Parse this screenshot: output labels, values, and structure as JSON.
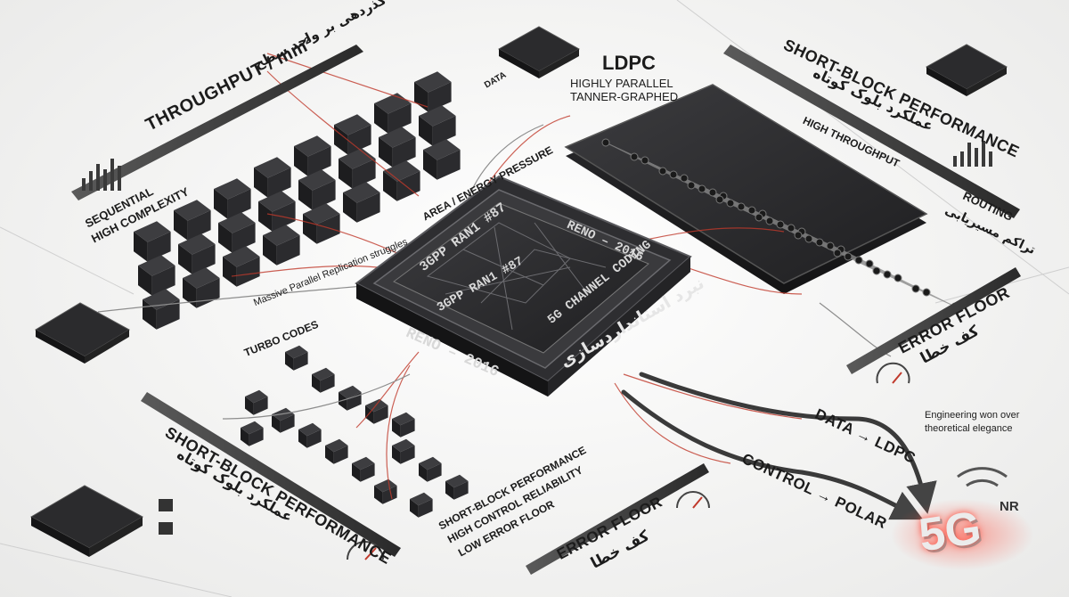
{
  "center_chip": {
    "label_top_left": "3GPP RAN1 #87",
    "label_top_right": "RENO – 2016",
    "label_mid_left": "3GPP RAN1 #87",
    "label_mid_right": "5G CHANNEL CODING",
    "side_label": "RENO – 2016",
    "persian_label": "نبرد استانداردسازی"
  },
  "left_array": {
    "throughput_label": "THROUGHPUT / mm²",
    "throughput_persian": "گذردهی بر واحد سطح",
    "sequential": "SEQUENTIAL",
    "high_complexity": "HIGH COMPLEXITY",
    "replication": "Massive Parallel Replication struggles",
    "area_energy": "AREA / ENERGY PRESSURE",
    "data_tag": "DATA"
  },
  "ldpc": {
    "title": "LDPC",
    "sub1": "HIGHLY PARALLEL",
    "sub2": "TANNER-GRAPHED",
    "short_block": "SHORT-BLOCK PERFORMANCE",
    "short_block_persian": "عملکرد بلوک کوتاه",
    "high_throughput": "HIGH THROUGHPUT",
    "routing": "ROUTING",
    "routing_persian": "تراکم مسیریابی",
    "error_floor": "ERROR FLOOR",
    "error_floor_persian": "کف خطا"
  },
  "turbo": {
    "title": "TURBO CODES",
    "short_block": "SHORT-BLOCK PERFORMANCE",
    "short_block_persian": "عملکرد بلوک کوتاه"
  },
  "polar": {
    "line1": "SHORT-BLOCK PERFORMANCE",
    "line2": "HIGH CONTROL RELIABILITY",
    "line3": "LOW ERROR FLOOR",
    "error_floor": "ERROR FLOOR",
    "error_floor_persian": "کف خطا"
  },
  "outcome": {
    "data_ldpc": "DATA → LDPC",
    "control_polar": "CONTROL → POLAR",
    "note1": "Engineering won over",
    "note2": "theoretical elegance",
    "logo_main": "5G",
    "logo_sub": "NR"
  },
  "colors": {
    "accent_red": "#c0392b",
    "chip_dark": "#2a2a2c",
    "chip_edge": "#4a4a4d",
    "wire_gray": "#8d8d8d"
  }
}
